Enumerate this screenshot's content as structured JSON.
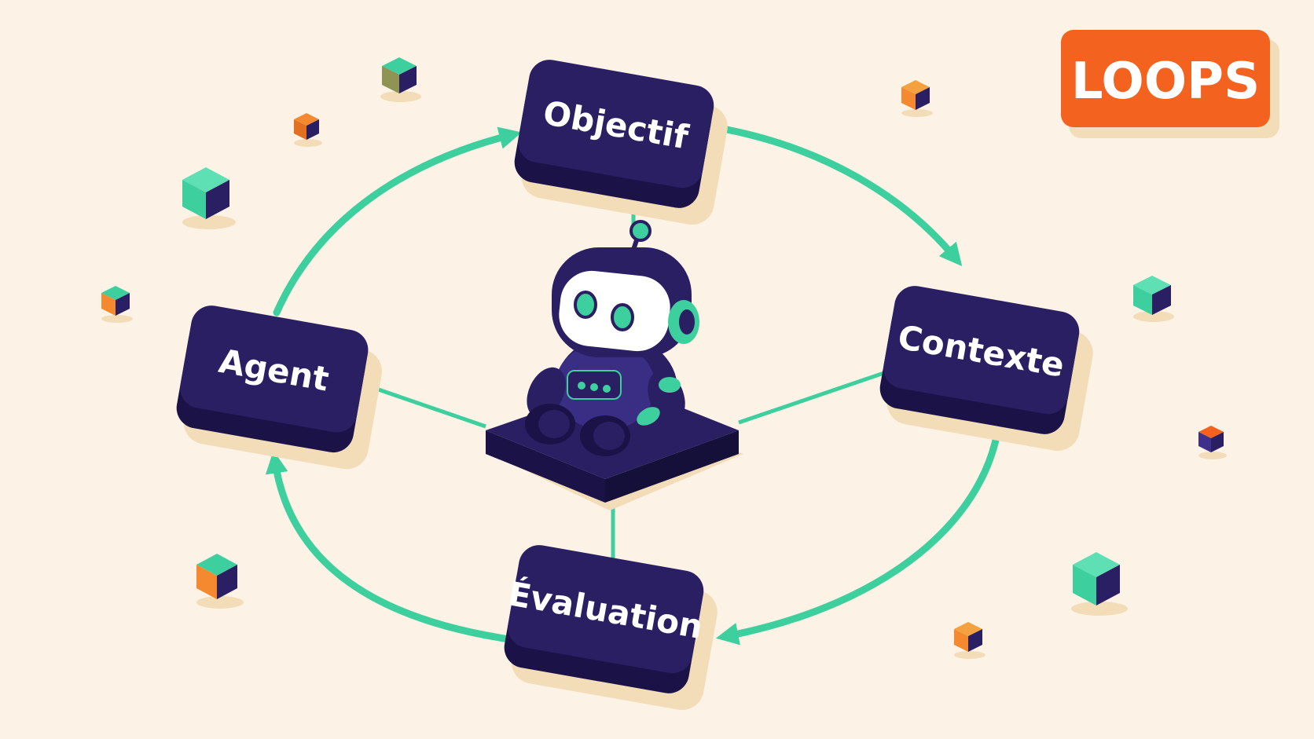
{
  "badge": {
    "label": "LOOPS"
  },
  "nodes": {
    "objectif": {
      "label": "Objectif"
    },
    "contexte": {
      "label": "Contexte"
    },
    "evaluation": {
      "label": "Évaluation"
    },
    "agent": {
      "label": "Agent"
    }
  },
  "center": {
    "icon": "robot-icon"
  },
  "decor": {
    "icon": "cube-icon"
  },
  "colors": {
    "background": "#fcf3e6",
    "node_fill": "#2a1f63",
    "node_side": "#1b1347",
    "arrow": "#3ecf9e",
    "badge": "#f4621f",
    "shadow": "#f2ddb8",
    "cube_green": "#3ecf9e",
    "cube_orange": "#f4892f",
    "cube_navy": "#2a1f63"
  }
}
